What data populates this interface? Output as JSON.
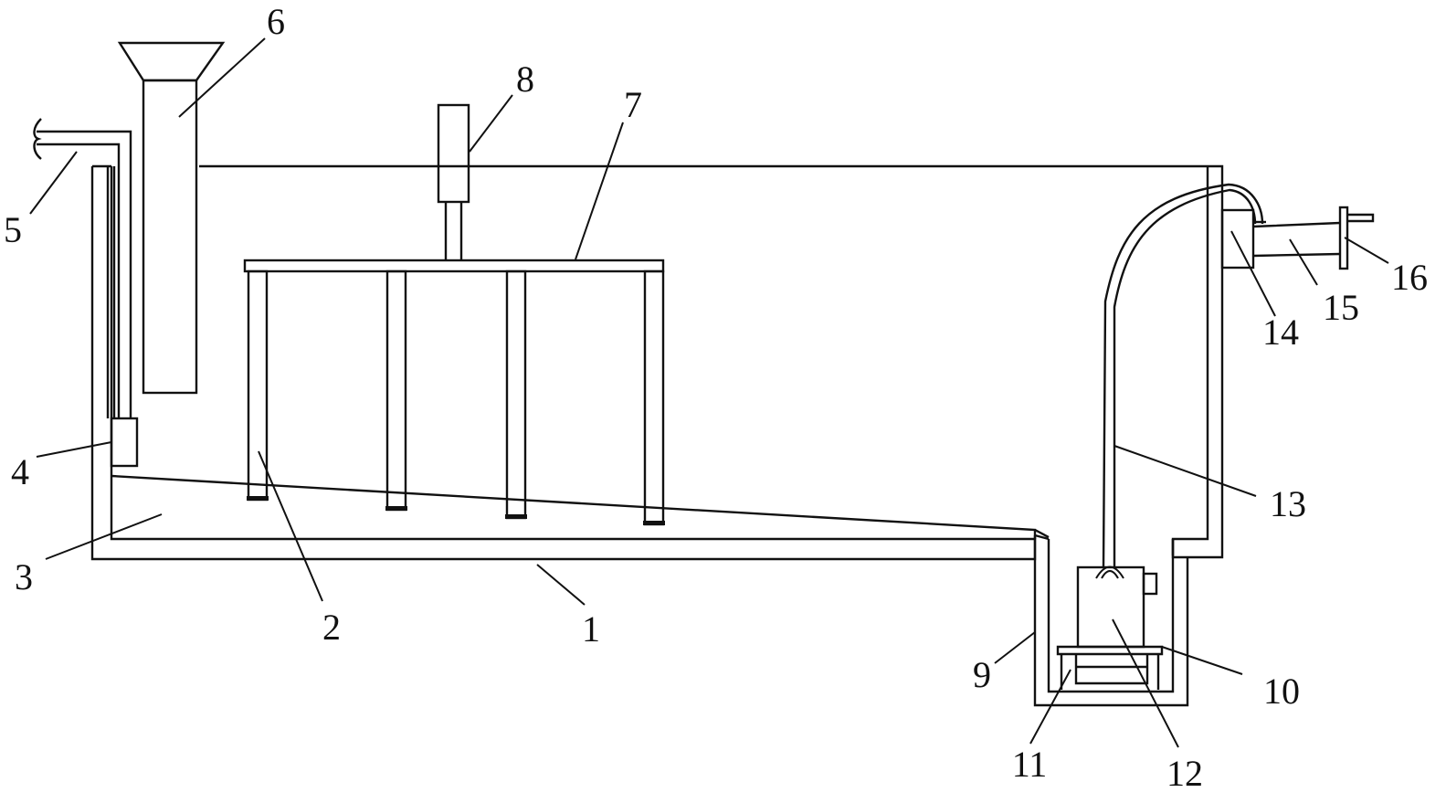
{
  "figure": {
    "labels": [
      {
        "id": "housing",
        "text": "1"
      },
      {
        "id": "stirring-rod",
        "text": "2"
      },
      {
        "id": "sloped-bottom",
        "text": "3"
      },
      {
        "id": "valve",
        "text": "4"
      },
      {
        "id": "inlet-pipe",
        "text": "5"
      },
      {
        "id": "feed-hopper",
        "text": "6"
      },
      {
        "id": "crossbar",
        "text": "7"
      },
      {
        "id": "motor",
        "text": "8"
      },
      {
        "id": "sump",
        "text": "9"
      },
      {
        "id": "support-frame",
        "text": "10"
      },
      {
        "id": "base-plate",
        "text": "11"
      },
      {
        "id": "pump",
        "text": "12"
      },
      {
        "id": "delivery-pipe",
        "text": "13"
      },
      {
        "id": "connector-box",
        "text": "14"
      },
      {
        "id": "outlet-pipe",
        "text": "15"
      },
      {
        "id": "flange",
        "text": "16"
      }
    ]
  }
}
